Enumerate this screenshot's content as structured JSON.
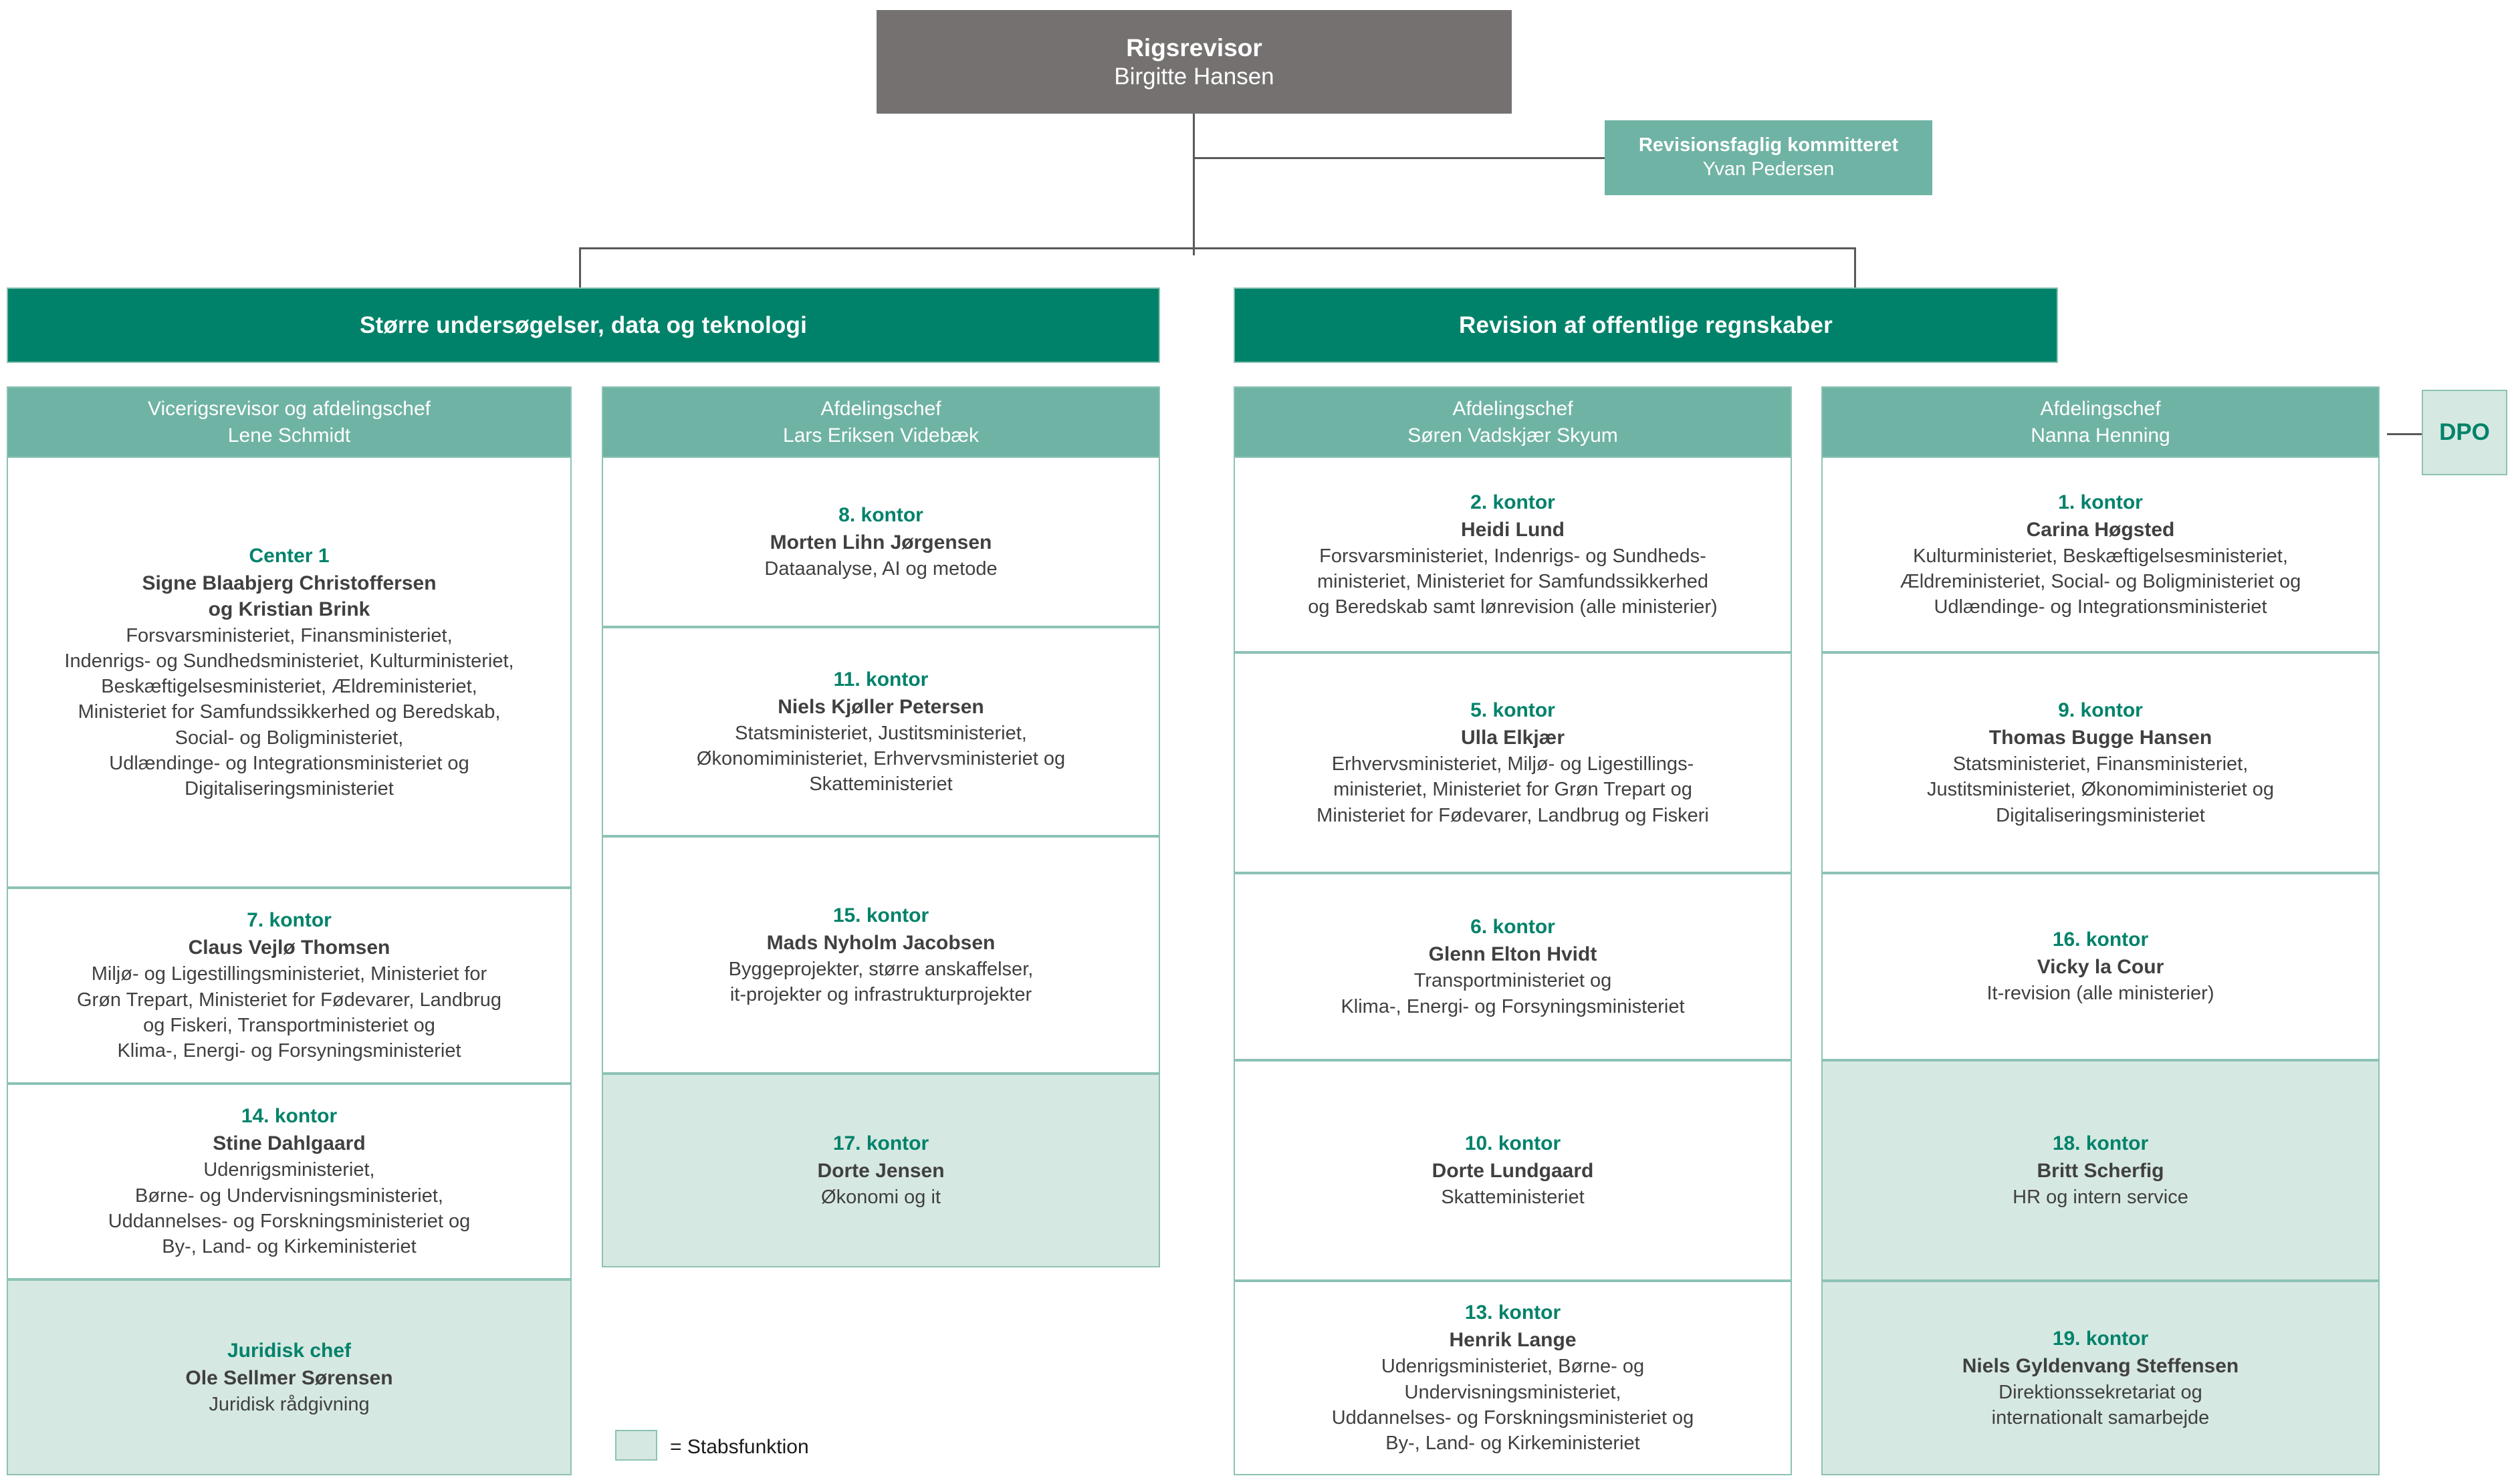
{
  "top": {
    "title": "Rigsrevisor",
    "name": "Birgitte Hansen"
  },
  "committee": {
    "title": "Revisionsfaglig kommitteret",
    "name": "Yvan Pedersen"
  },
  "dpo": {
    "label": "DPO"
  },
  "legend": {
    "label": "= Stabsfunktion"
  },
  "divisions": [
    {
      "title": "Større undersøgelser, data og teknologi"
    },
    {
      "title": "Revision af offentlige regnskaber"
    }
  ],
  "columns": [
    {
      "chief_role": "Vicerigsrevisor og afdelingschef",
      "chief_name": "Lene Schmidt",
      "cells": [
        {
          "kontor": "Center 1",
          "person": "Signe Blaabjerg Christoffersen\nog Kristian Brink",
          "desc": "Forsvarsministeriet, Finansministeriet,\nIndenrigs- og Sundhedsministeriet, Kulturministeriet,\nBeskæftigelsesministeriet, Ældreministeriet,\nMinisteriet for Samfundssikkerhed og Beredskab,\nSocial- og Boligministeriet,\nUdlændinge- og Integrationsministeriet og\nDigitaliseringsministeriet",
          "staff": false
        },
        {
          "kontor": "7. kontor",
          "person": "Claus Vejlø Thomsen",
          "desc": "Miljø- og Ligestillingsministeriet, Ministeriet for\nGrøn Trepart, Ministeriet for Fødevarer, Landbrug\nog Fiskeri, Transportministeriet og\nKlima-, Energi- og Forsyningsministeriet",
          "staff": false
        },
        {
          "kontor": "14. kontor",
          "person": "Stine Dahlgaard",
          "desc": "Udenrigsministeriet,\nBørne- og Undervisningsministeriet,\nUddannelses- og Forskningsministeriet og\nBy-, Land- og Kirkeministeriet",
          "staff": false
        },
        {
          "kontor": "Juridisk chef",
          "person": "Ole Sellmer Sørensen",
          "desc": "Juridisk rådgivning",
          "staff": true
        }
      ]
    },
    {
      "chief_role": "Afdelingschef",
      "chief_name": "Lars Eriksen Videbæk",
      "cells": [
        {
          "kontor": "8. kontor",
          "person": "Morten Lihn Jørgensen",
          "desc": "Dataanalyse, AI og metode",
          "staff": false
        },
        {
          "kontor": "11. kontor",
          "person": "Niels Kjøller Petersen",
          "desc": "Statsministeriet, Justitsministeriet,\nØkonomiministeriet, Erhvervsministeriet og\nSkatteministeriet",
          "staff": false
        },
        {
          "kontor": "15. kontor",
          "person": "Mads Nyholm Jacobsen",
          "desc": "Byggeprojekter, større anskaffelser,\nit-projekter og infrastrukturprojekter",
          "staff": false
        },
        {
          "kontor": "17. kontor",
          "person": "Dorte Jensen",
          "desc": "Økonomi og it",
          "staff": true
        }
      ]
    },
    {
      "chief_role": "Afdelingschef",
      "chief_name": "Søren Vadskjær Skyum",
      "cells": [
        {
          "kontor": "2. kontor",
          "person": "Heidi Lund",
          "desc": "Forsvarsministeriet, Indenrigs- og Sundheds-\nministeriet, Ministeriet for Samfundssikkerhed\nog Beredskab samt lønrevision (alle ministerier)",
          "staff": false
        },
        {
          "kontor": "5. kontor",
          "person": "Ulla Elkjær",
          "desc": "Erhvervsministeriet, Miljø- og Ligestillings-\nministeriet, Ministeriet for Grøn Trepart og\nMinisteriet for Fødevarer, Landbrug og Fiskeri",
          "staff": false
        },
        {
          "kontor": "6. kontor",
          "person": "Glenn Elton Hvidt",
          "desc": "Transportministeriet og\nKlima-, Energi- og Forsyningsministeriet",
          "staff": false
        },
        {
          "kontor": "10. kontor",
          "person": "Dorte Lundgaard",
          "desc": "Skatteministeriet",
          "staff": false
        },
        {
          "kontor": "13. kontor",
          "person": "Henrik Lange",
          "desc": "Udenrigsministeriet, Børne- og\nUndervisningsministeriet,\nUddannelses- og Forskningsministeriet og\nBy-, Land- og Kirkeministeriet",
          "staff": false
        }
      ]
    },
    {
      "chief_role": "Afdelingschef",
      "chief_name": "Nanna Henning",
      "cells": [
        {
          "kontor": "1. kontor",
          "person": "Carina Høgsted",
          "desc": "Kulturministeriet, Beskæftigelsesministeriet,\nÆldreministeriet, Social- og Boligministeriet og\nUdlændinge- og Integrationsministeriet",
          "staff": false
        },
        {
          "kontor": "9. kontor",
          "person": "Thomas Bugge Hansen",
          "desc": "Statsministeriet, Finansministeriet,\nJustitsministeriet, Økonomiministeriet og\nDigitaliseringsministeriet",
          "staff": false
        },
        {
          "kontor": "16. kontor",
          "person": "Vicky la Cour",
          "desc": "It-revision (alle ministerier)",
          "staff": false
        },
        {
          "kontor": "18. kontor",
          "person": "Britt Scherfig",
          "desc": "HR og intern service",
          "staff": true
        },
        {
          "kontor": "19. kontor",
          "person": "Niels Gyldenvang Steffensen",
          "desc": "Direktionssekretariat og\ninternationalt samarbejde",
          "staff": true
        }
      ]
    }
  ],
  "colors": {
    "top_box": "#767171",
    "division_header": "#00826a",
    "chief_header": "#6fb3a4",
    "staff_fill": "#d6e8e2",
    "border": "#8cc2b5",
    "accent_text": "#00826a"
  }
}
